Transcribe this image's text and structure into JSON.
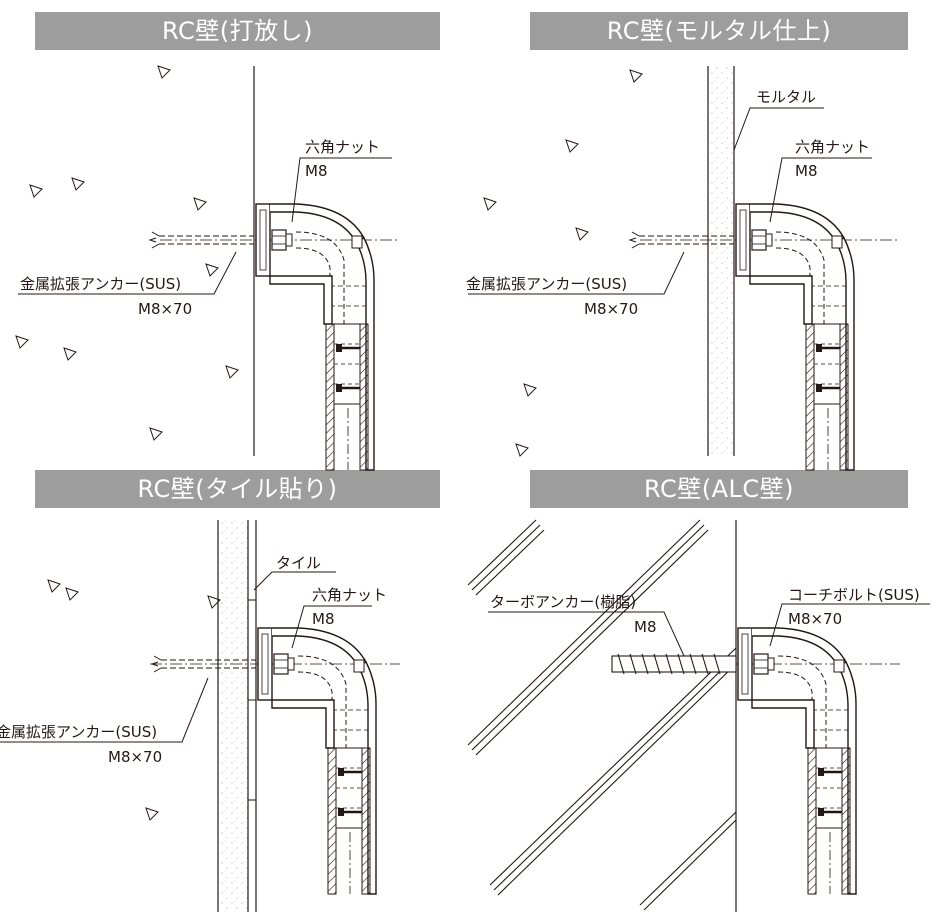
{
  "panels": [
    {
      "title": "RC壁(打放し)",
      "labels": {
        "nut": "六角ナット",
        "nut_size": "M8",
        "anchor": "金属拡張アンカー(SUS)",
        "anchor_size": "M8×70"
      }
    },
    {
      "title": "RC壁(モルタル仕上)",
      "labels": {
        "finish": "モルタル",
        "nut": "六角ナット",
        "nut_size": "M8",
        "anchor": "金属拡張アンカー(SUS)",
        "anchor_size": "M8×70"
      }
    },
    {
      "title": "RC壁(タイル貼り)",
      "labels": {
        "finish": "タイル",
        "nut": "六角ナット",
        "nut_size": "M8",
        "anchor": "金属拡張アンカー(SUS)",
        "anchor_size": "M8×70"
      }
    },
    {
      "title": "RC壁(ALC壁)",
      "labels": {
        "bolt": "コーチボルト(SUS)",
        "bolt_size": "M8×70",
        "anchor": "ターボアンカー(樹脂)",
        "anchor_size": "M8"
      }
    }
  ],
  "colors": {
    "title_bg": "#9d9d9d",
    "title_text": "#ffffff",
    "line": "#231815"
  }
}
